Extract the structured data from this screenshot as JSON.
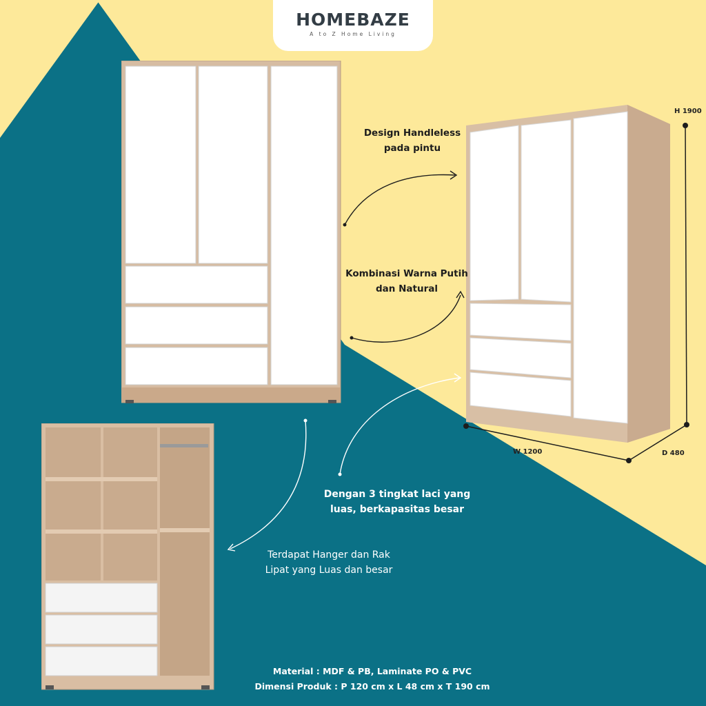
{
  "brand": {
    "name": "HOMEBAZE",
    "tagline": "A to Z Home Living"
  },
  "callouts": {
    "handleless": [
      "Design Handleless",
      "pada pintu"
    ],
    "color_combo": [
      "Kombinasi Warna Putih",
      "dan Natural"
    ],
    "drawers": [
      "Dengan 3 tingkat laci yang",
      "luas, berkapasitas besar"
    ],
    "hanger": [
      "Terdapat Hanger dan Rak",
      "Lipat yang Luas dan besar"
    ]
  },
  "dimensions": {
    "height": "H 1900",
    "width": "W 1200",
    "depth": "D 480"
  },
  "specs": {
    "material": "Material : MDF & PB, Laminate PO & PVC",
    "size": "Dimensi Produk : P 120 cm x L  48 cm x T 190 cm"
  },
  "colors": {
    "teal": "#0b7186",
    "yellow": "#fde99a",
    "wood": "#d3b79c",
    "white": "#ffffff"
  },
  "icons": {
    "arrow": "curved-arrow-icon"
  }
}
